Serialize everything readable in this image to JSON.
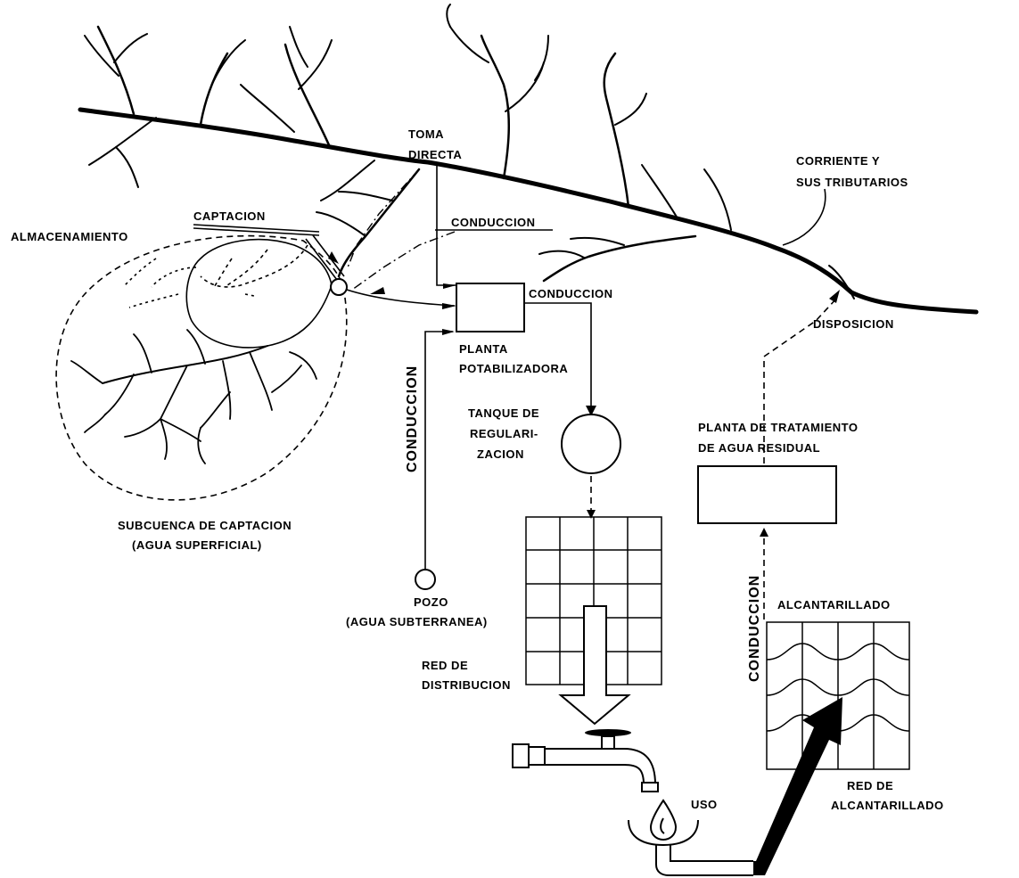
{
  "labels": {
    "toma_directa": [
      "TOMA",
      "DIRECTA"
    ],
    "corriente": [
      "CORRIENTE Y",
      "SUS TRIBUTARIOS"
    ],
    "captacion": "CAPTACION",
    "almacenamiento": "ALMACENAMIENTO",
    "conduccion_top": "CONDUCCION",
    "conduccion_plant": "CONDUCCION",
    "disposicion": "DISPOSICION",
    "planta_potabilizadora": [
      "PLANTA",
      "POTABILIZADORA"
    ],
    "conduccion_vertical_left": "CONDUCCION",
    "tanque": [
      "TANQUE DE",
      "REGULARI-",
      "ZACION"
    ],
    "planta_tratamiento": [
      "PLANTA DE TRATAMIENTO",
      "DE AGUA RESIDUAL"
    ],
    "subcuenca": [
      "SUBCUENCA DE CAPTACION",
      "(AGUA SUPERFICIAL)"
    ],
    "pozo": [
      "POZO",
      "(AGUA SUBTERRANEA)"
    ],
    "conduccion_vertical_right": "CONDUCCION",
    "alcantarillado": "ALCANTARILLADO",
    "red_distribucion": [
      "RED DE",
      "DISTRIBUCION"
    ],
    "uso": "USO",
    "red_alcantarillado": [
      "RED DE",
      "ALCANTARILLADO"
    ]
  }
}
